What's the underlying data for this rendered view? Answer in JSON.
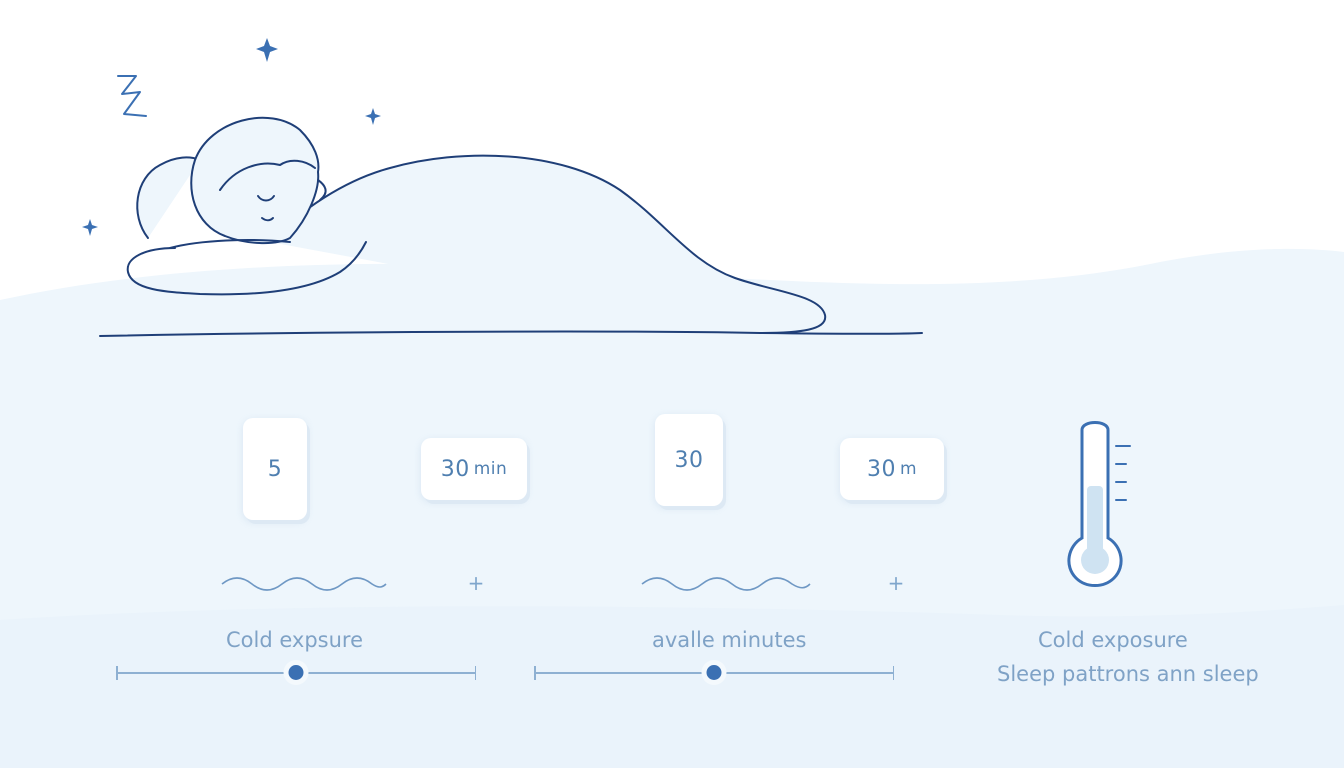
{
  "colors": {
    "line": "#1f3f78",
    "accent": "#3b70b3",
    "soft_blue": "#eaf4fb",
    "text": "#7fa2c6"
  },
  "icons": {
    "sleeper": "sleeping-person-icon",
    "zzz": "zzz-icon",
    "sparkle": "sparkle-icon",
    "thermometer": "thermometer-icon"
  },
  "cards": {
    "card1": {
      "value": "5",
      "unit": ""
    },
    "card2": {
      "value": "30",
      "unit": "min"
    },
    "card3": {
      "value": "30",
      "unit": ""
    },
    "card4": {
      "value": "30",
      "unit": "m"
    }
  },
  "controls": {
    "plus_1": "+",
    "plus_2": "+"
  },
  "labels": {
    "left": "Cold expsure",
    "middle": "avalle minutes",
    "right_1": "Cold exposure",
    "right_2": "Sleep pattrons ann sleep"
  },
  "sliders": {
    "left": {
      "value": 0.5
    },
    "middle": {
      "value": 0.5
    }
  },
  "thermometer": {
    "level": 0.55
  }
}
